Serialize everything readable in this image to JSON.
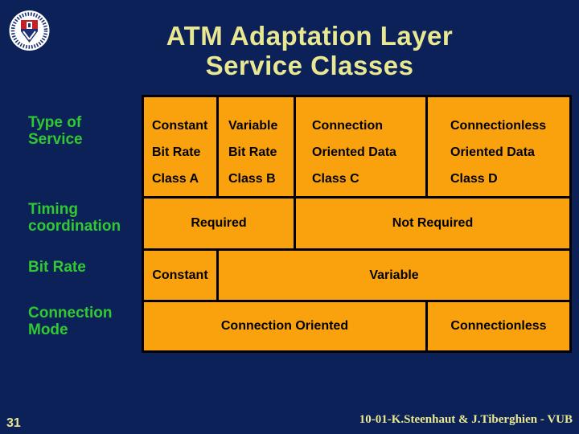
{
  "title": {
    "line1": "ATM Adaptation Layer",
    "line2": "Service Classes"
  },
  "logo": {
    "name": "university-crest-seal"
  },
  "side_labels": [
    {
      "id": "type-of-service",
      "lines": [
        "Type of",
        "Service"
      ]
    },
    {
      "id": "timing-coordination",
      "lines": [
        "Timing",
        "coordination"
      ]
    },
    {
      "id": "bit-rate",
      "lines": [
        "Bit Rate"
      ]
    },
    {
      "id": "connection-mode",
      "lines": [
        "Connection",
        "Mode"
      ]
    }
  ],
  "table": {
    "type_of_service_row": [
      {
        "lines": [
          "Constant",
          "Bit Rate",
          "Class A"
        ]
      },
      {
        "lines": [
          "Variable",
          "Bit Rate",
          "Class B"
        ]
      },
      {
        "lines": [
          "Connection",
          "Oriented Data",
          "Class C"
        ]
      },
      {
        "lines": [
          "Connectionless",
          "Oriented Data",
          "Class D"
        ]
      }
    ],
    "timing_row": {
      "left": "Required",
      "right": "Not Required"
    },
    "bit_rate_row": {
      "left": "Constant",
      "right": "Variable"
    },
    "connection_mode_row": {
      "left": "Connection Oriented",
      "right": "Connectionless"
    }
  },
  "footer": {
    "slide_number": "31",
    "credit": "10-01-K.Steenhaut & J.Tiberghien - VUB"
  },
  "colors": {
    "background": "#0D2159",
    "cell_fill": "#F9A20D",
    "cell_border": "#000000",
    "cell_text": "#000000",
    "title_text": "#E9E892",
    "side_label_text": "#30C931",
    "footer_text": "#E9E892"
  }
}
